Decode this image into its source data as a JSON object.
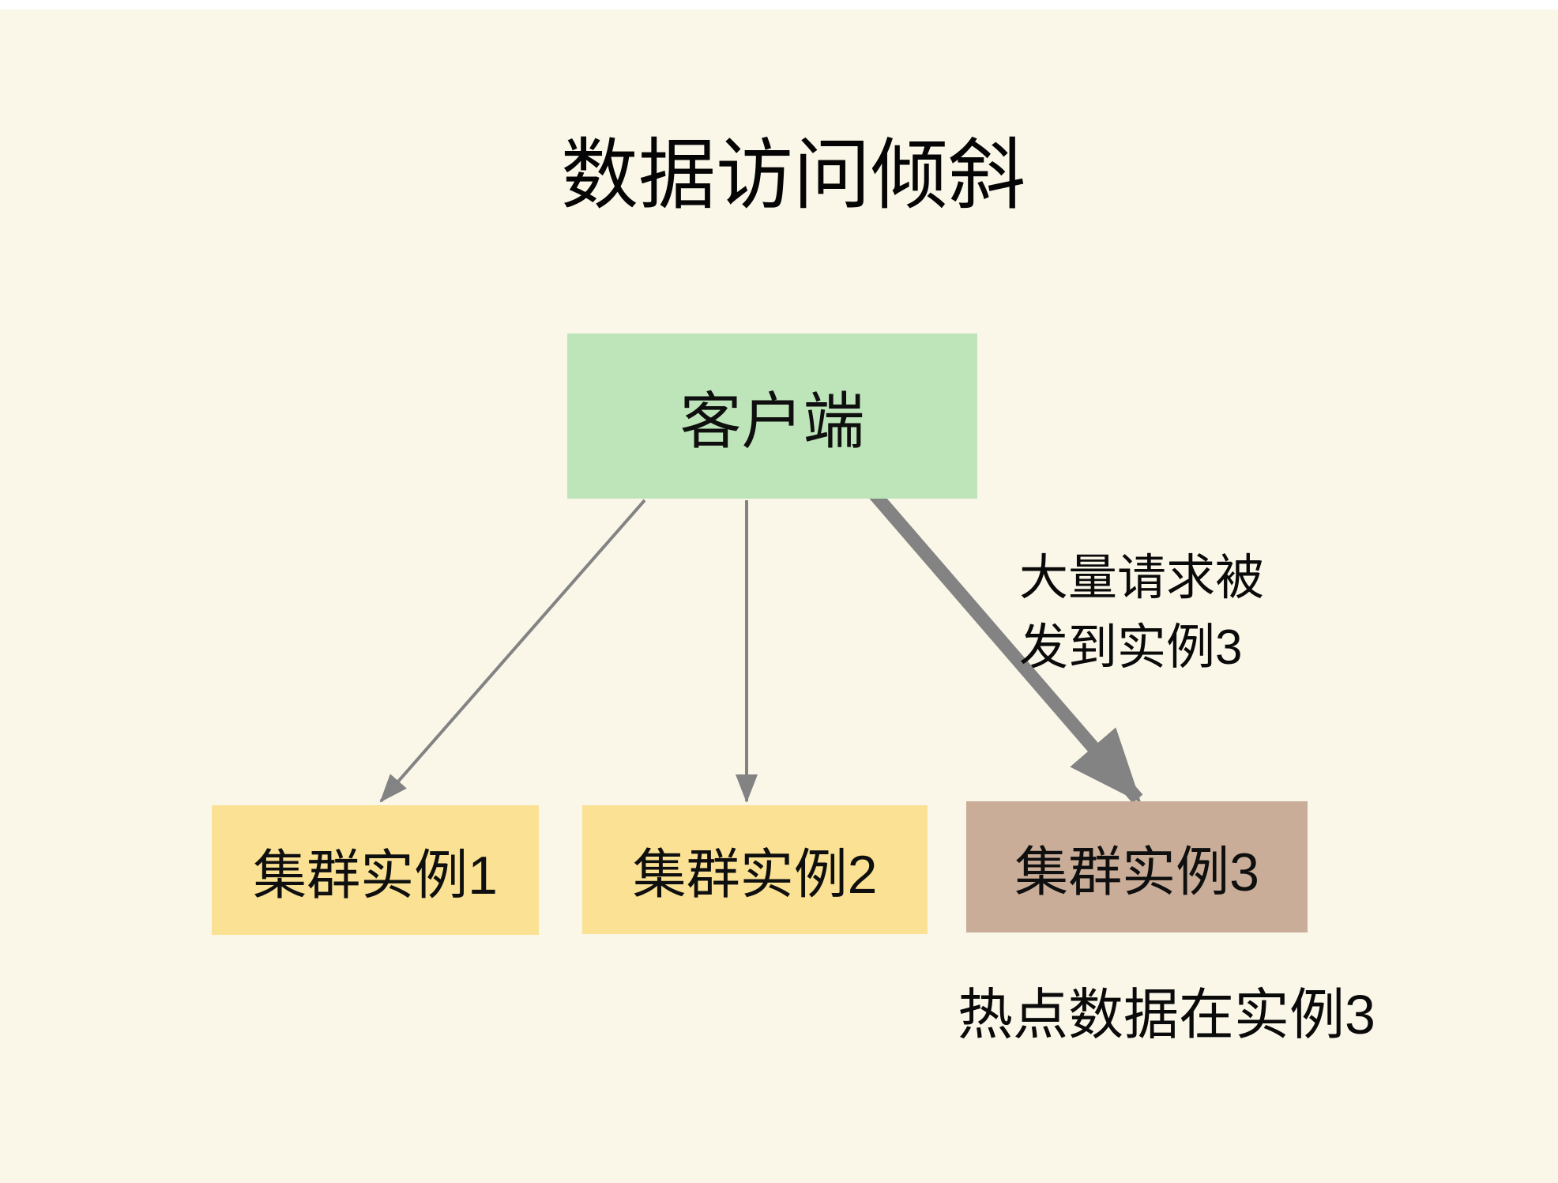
{
  "page": {
    "title": "数据访问倾斜"
  },
  "colors": {
    "background": "#FAF7E9",
    "top_strip": "#FFFFFF",
    "client_box_fill": "#BEE5B9",
    "instance_box_fill": "#FAE193",
    "hot_instance_box_fill": "#C9AD98",
    "arrow_gray": "#838383",
    "text": "#0A0A0A"
  },
  "diagram": {
    "client_label": "客户端",
    "instances": [
      {
        "label": "集群实例1"
      },
      {
        "label": "集群实例2"
      },
      {
        "label": "集群实例3"
      }
    ],
    "thick_arrow_note": {
      "line1": "大量请求被",
      "line2": "发到实例3"
    },
    "bottom_note": "热点数据在实例3"
  }
}
